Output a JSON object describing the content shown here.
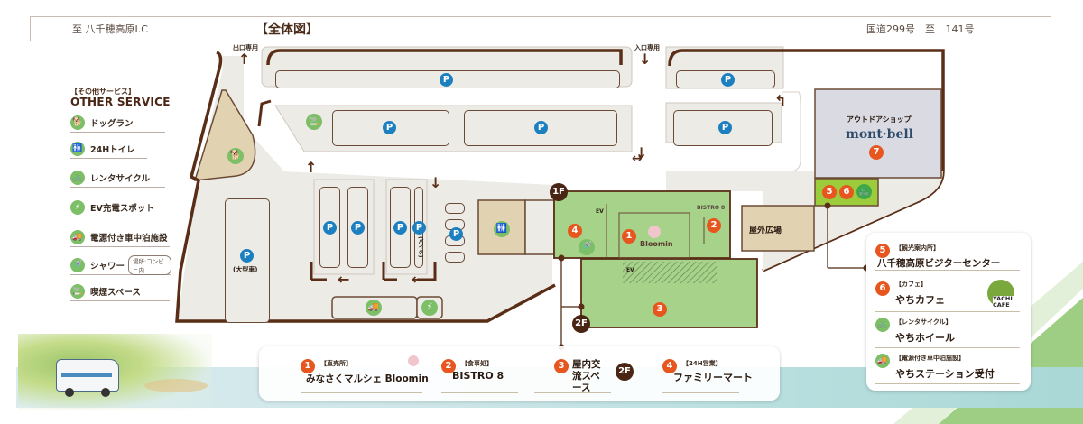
{
  "header": {
    "title": "【全体図】",
    "road_left": "至 八千穂高原I.C",
    "road_right": "国道299号　至 141号",
    "exit_label": "出口専用",
    "entrance_label": "入口専用"
  },
  "other_service": {
    "heading": "【その他サービス】",
    "title": "OTHER SERVICE",
    "items": [
      {
        "icon": "dog-icon",
        "label": "ドッグラン"
      },
      {
        "icon": "restroom-icon",
        "label": "24Hトイレ"
      },
      {
        "icon": "bicycle-icon",
        "label": "レンタサイクル"
      },
      {
        "icon": "ev-plug-icon",
        "label": "EV充電スポット"
      },
      {
        "icon": "camper-truck-icon",
        "label": "電源付き車中泊施設"
      },
      {
        "icon": "shower-icon",
        "label": "シャワー",
        "note": "場所:コンビニ内"
      },
      {
        "icon": "smoking-icon",
        "label": "喫煙スペース"
      }
    ]
  },
  "map": {
    "parking_symbol": "P",
    "large_vehicle_label": "(大型車)",
    "bike_label": "(バイク)",
    "outdoor_plaza": "屋外広場",
    "montbell": {
      "sub": "アウトドアショップ",
      "brand": "mont·bell",
      "number": "7"
    },
    "floor_1f": "1F",
    "floor_2f": "2F",
    "ev_label": "EV",
    "bloomin_logo": "Bloomin",
    "bistro_logo": "BISTRO 8",
    "kiosk_numbers": [
      "5",
      "6"
    ],
    "building_numbers": [
      "1",
      "2",
      "3",
      "4"
    ]
  },
  "legend_bottom": [
    {
      "number": "1",
      "sub": "【直売所】",
      "main": "みなさくマルシェ Bloomin"
    },
    {
      "number": "2",
      "sub": "【食事処】",
      "main": "BISTRO 8"
    },
    {
      "number": "3",
      "sub": "",
      "main": "屋内交流スペース",
      "floor": "2F"
    },
    {
      "number": "4",
      "sub": "【24H営業】",
      "main": "ファミリーマート"
    }
  ],
  "legend_right": [
    {
      "number": "5",
      "sub": "【観光案内所】",
      "main": "八千穂高原ビジターセンター"
    },
    {
      "number": "6",
      "sub": "【カフェ】",
      "main": "やちカフェ",
      "logo": "YACHI CAFE"
    },
    {
      "icon": "bicycle-icon",
      "sub": "【レンタサイクル】",
      "main": "やちホイール"
    },
    {
      "icon": "camper-truck-icon",
      "sub": "【電源付き車中泊施設】",
      "main": "やちステーション受付"
    }
  ],
  "colors": {
    "parking_blue": "#1b7fc0",
    "number_orange": "#e8561f",
    "floor_brown": "#4a2514",
    "building_green": "#a6d28a",
    "kiosk_lime": "#9ccc3c",
    "service_green": "#7cbf67"
  }
}
